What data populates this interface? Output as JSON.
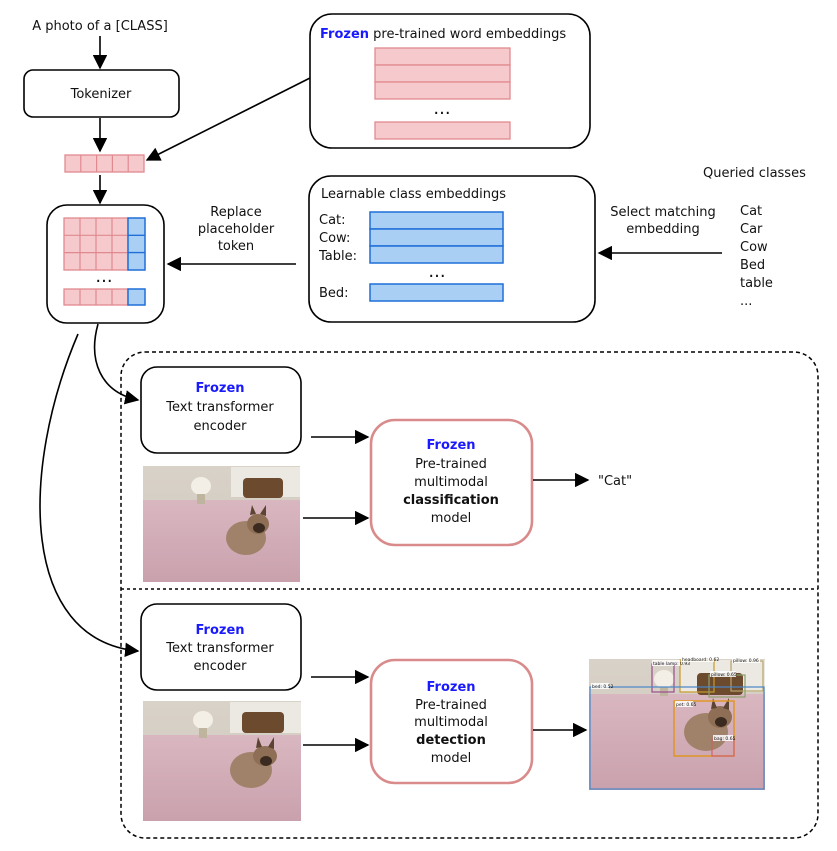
{
  "prompt_template": "A photo of a [CLASS]",
  "tokenizer_label": "Tokenizer",
  "word_embeddings": {
    "frozen_word": "Frozen",
    "title_rest": " pre-trained word embeddings",
    "ellipsis": "..."
  },
  "placeholder_ellipsis": "...",
  "replace_label": [
    "Replace",
    "placeholder",
    "token"
  ],
  "learnable": {
    "title": "Learnable class embeddings",
    "rows": [
      "Cat:",
      "Cow:",
      "Table:",
      "Bed:"
    ],
    "ellipsis": "..."
  },
  "select_label": [
    "Select matching",
    "embedding"
  ],
  "queried": {
    "title": "Queried classes",
    "items": [
      "Cat",
      "Car",
      "Cow",
      "Bed",
      "table",
      "..."
    ]
  },
  "classification": {
    "encoder_frozen": "Frozen",
    "encoder_lines": [
      "Text transformer",
      "encoder"
    ],
    "model_frozen": "Frozen",
    "model_lines": [
      "Pre-trained",
      "multimodal"
    ],
    "model_bold": "classification",
    "model_last": "model",
    "output": "\"Cat\""
  },
  "detection": {
    "encoder_frozen": "Frozen",
    "encoder_lines": [
      "Text transformer",
      "encoder"
    ],
    "model_frozen": "Frozen",
    "model_lines": [
      "Pre-trained",
      "multimodal"
    ],
    "model_bold": "detection",
    "model_last": "model",
    "box_labels": [
      "table lamp: 0.93",
      "headboard: 0.62",
      "pillow: 0.96",
      "pillow: 0.65",
      "bed: 0.52",
      "pet: 0.65",
      "bag: 0.65"
    ]
  },
  "colors": {
    "frozen_text": "#1a1aff",
    "pink_fill": "#f6c9cc",
    "pink_stroke": "#e08a90",
    "blue_fill": "#a9cff5",
    "blue_stroke": "#1f6fd8",
    "model_stroke": "#d98a8a"
  }
}
